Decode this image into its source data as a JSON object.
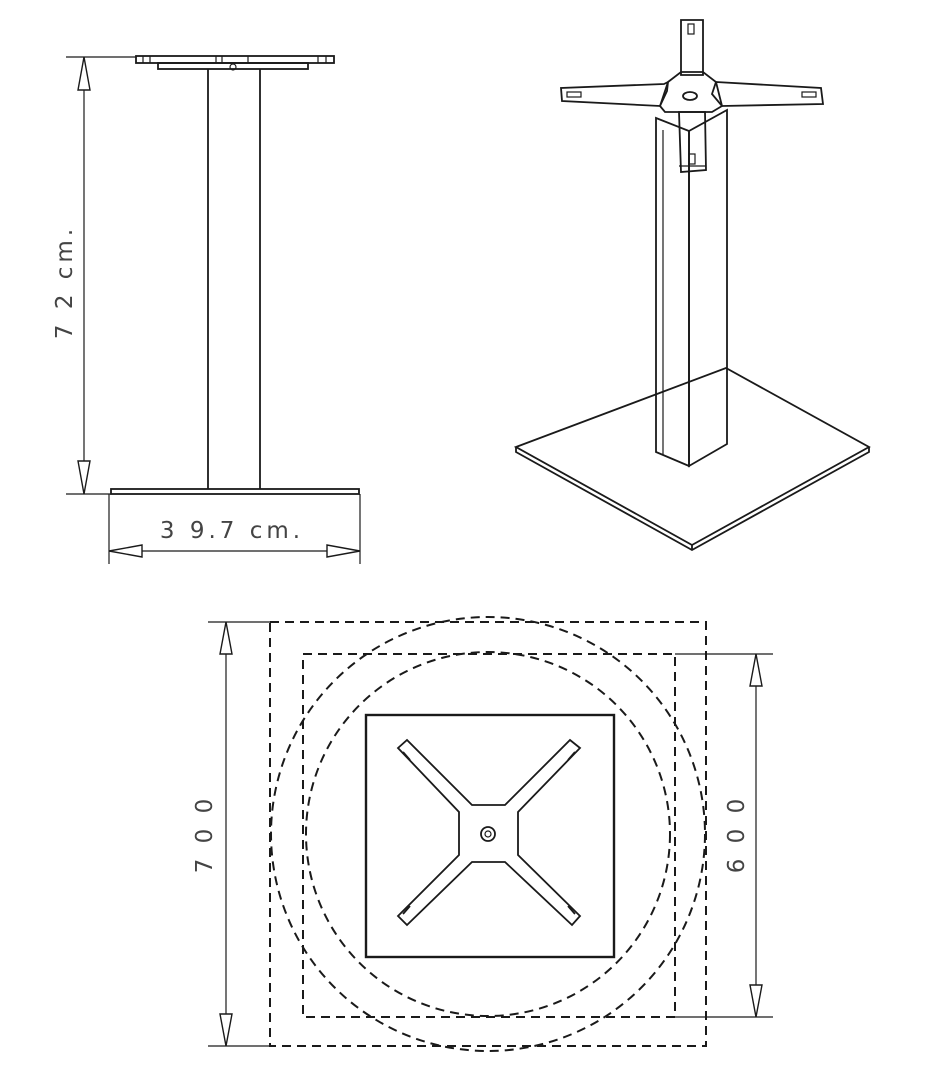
{
  "side_view": {
    "height_label": "7 2  cm.",
    "width_label": "3 9.7  cm."
  },
  "top_view": {
    "outer_label": "7 0 0",
    "inner_label": "6 0 0"
  },
  "colors": {
    "line": "#1a1a1a",
    "text": "#444444",
    "background": "#ffffff"
  }
}
